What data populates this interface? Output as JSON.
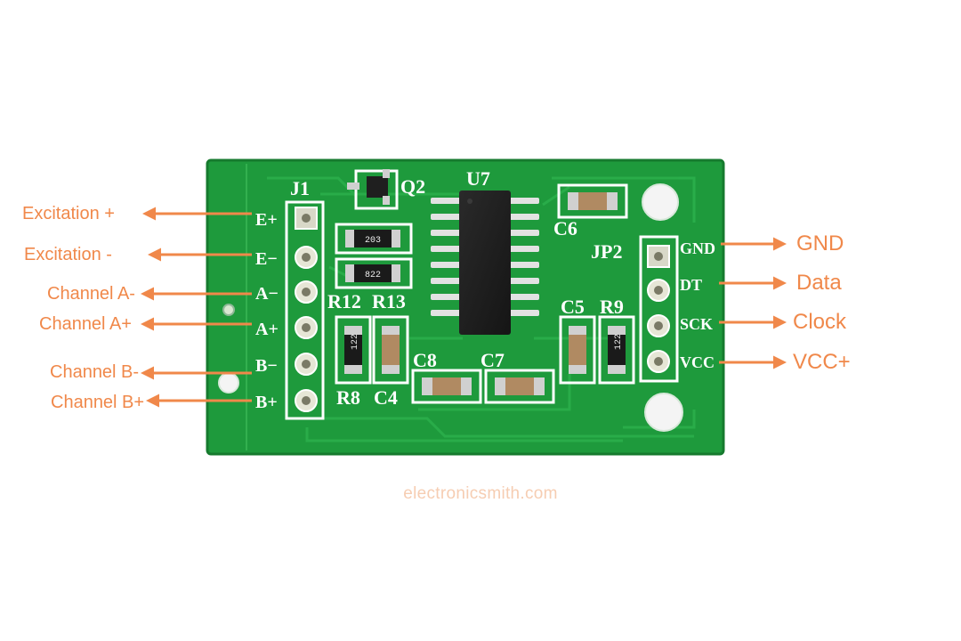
{
  "colors": {
    "accent": "#F0884A",
    "pcb": "#1E9A3C",
    "silkscreen": "#FFFFFF",
    "chip": "#1F1F1F",
    "watermark": "#F6CDB2"
  },
  "board": {
    "silkscreen": {
      "j1": "J1",
      "q2": "Q2",
      "u7": "U7",
      "c6": "C6",
      "jp2": "JP2",
      "r12": "R12",
      "r13": "R13",
      "r8": "R8",
      "c4": "C4",
      "c8": "C8",
      "c7": "C7",
      "c5": "C5",
      "r9": "R9",
      "left_pins": [
        "E+",
        "E−",
        "A−",
        "A+",
        "B−",
        "B+"
      ],
      "right_pins": [
        "GND",
        "DT",
        "SCK",
        "VCC"
      ],
      "res_203": "203",
      "res_822": "822",
      "res_122a": "122",
      "res_122b": "122"
    }
  },
  "labels": {
    "left": [
      "Excitation +",
      "Excitation -",
      "Channel A-",
      "Channel A+",
      "Channel B-",
      "Channel B+"
    ],
    "right": [
      "GND",
      "Data",
      "Clock",
      "VCC+"
    ]
  },
  "watermark": "electronicsmith.com"
}
